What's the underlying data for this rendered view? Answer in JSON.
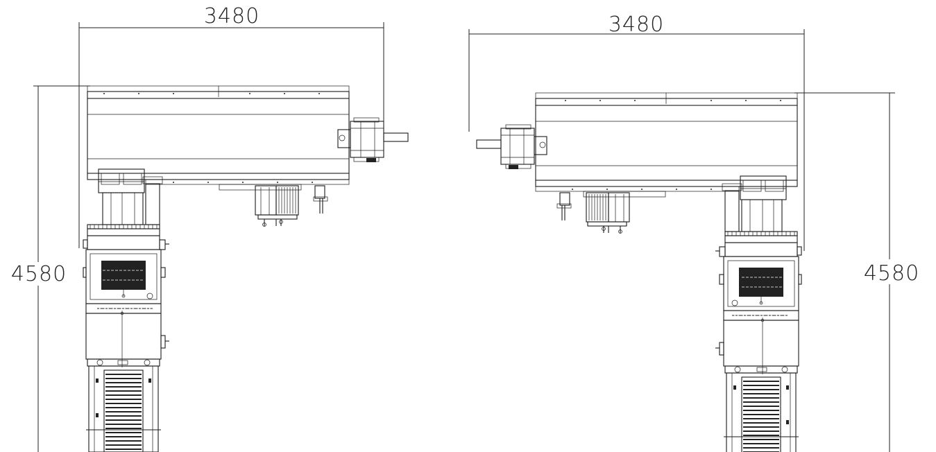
{
  "dimensions": {
    "left_width": "3480",
    "right_width": "3480",
    "left_height": "4580",
    "right_height": "4580"
  },
  "colors": {
    "line": "#1a1a1a",
    "background": "#ffffff"
  }
}
